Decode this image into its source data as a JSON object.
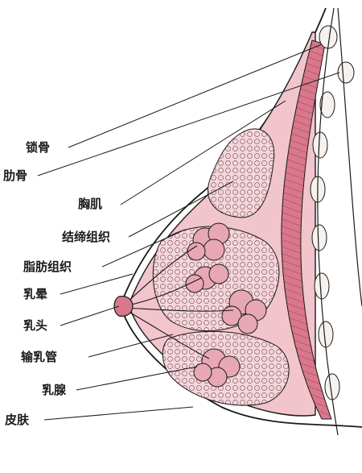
{
  "labels": {
    "clavicle": "锁骨",
    "rib": "肋骨",
    "pectoral_muscle": "胸肌",
    "connective_tissue": "结缔组织",
    "adipose_tissue": "脂肪组织",
    "areola": "乳晕",
    "nipple": "乳头",
    "lactiferous_duct": "输乳管",
    "mammary_gland": "乳腺",
    "skin": "皮肤"
  },
  "colors": {
    "muscle": "#d9788c",
    "tissue_fill": "#f2c4cc",
    "gland_fill": "#e8a7b4",
    "outline": "#1a1a1a",
    "bone": "#f7f2ee"
  }
}
